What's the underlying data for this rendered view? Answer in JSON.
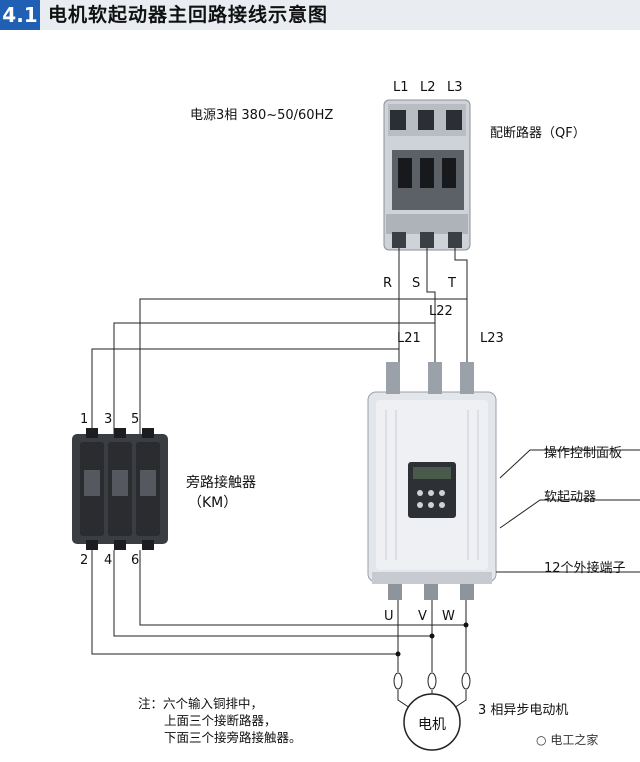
{
  "header": {
    "number": "4.1",
    "title": "电机软起动器主回路接线示意图"
  },
  "power": {
    "label": "电源3相 380~50/60HZ",
    "phases": [
      "L1",
      "L2",
      "L3"
    ]
  },
  "breaker": {
    "label": "配断路器（QF）",
    "outputs": [
      "R",
      "S",
      "T"
    ]
  },
  "wires": {
    "l21": "L21",
    "l22": "L22",
    "l23": "L23"
  },
  "contactor": {
    "label_line1": "旁路接触器",
    "label_line2": "（KM）",
    "top_terminals": [
      "1",
      "3",
      "5"
    ],
    "bottom_terminals": [
      "2",
      "4",
      "6"
    ]
  },
  "softstarter": {
    "panel_label": "操作控制面板",
    "device_label": "软起动器",
    "terminals_label": "12个外接端子",
    "outputs": [
      "U",
      "V",
      "W"
    ]
  },
  "motor": {
    "label": "电机",
    "description": "3 相异步电动机"
  },
  "note": {
    "line1": "注：六个输入铜排中，",
    "line2": "上面三个接断路器，",
    "line3": "下面三个接旁路接触器。"
  },
  "watermark": "电工之家"
}
